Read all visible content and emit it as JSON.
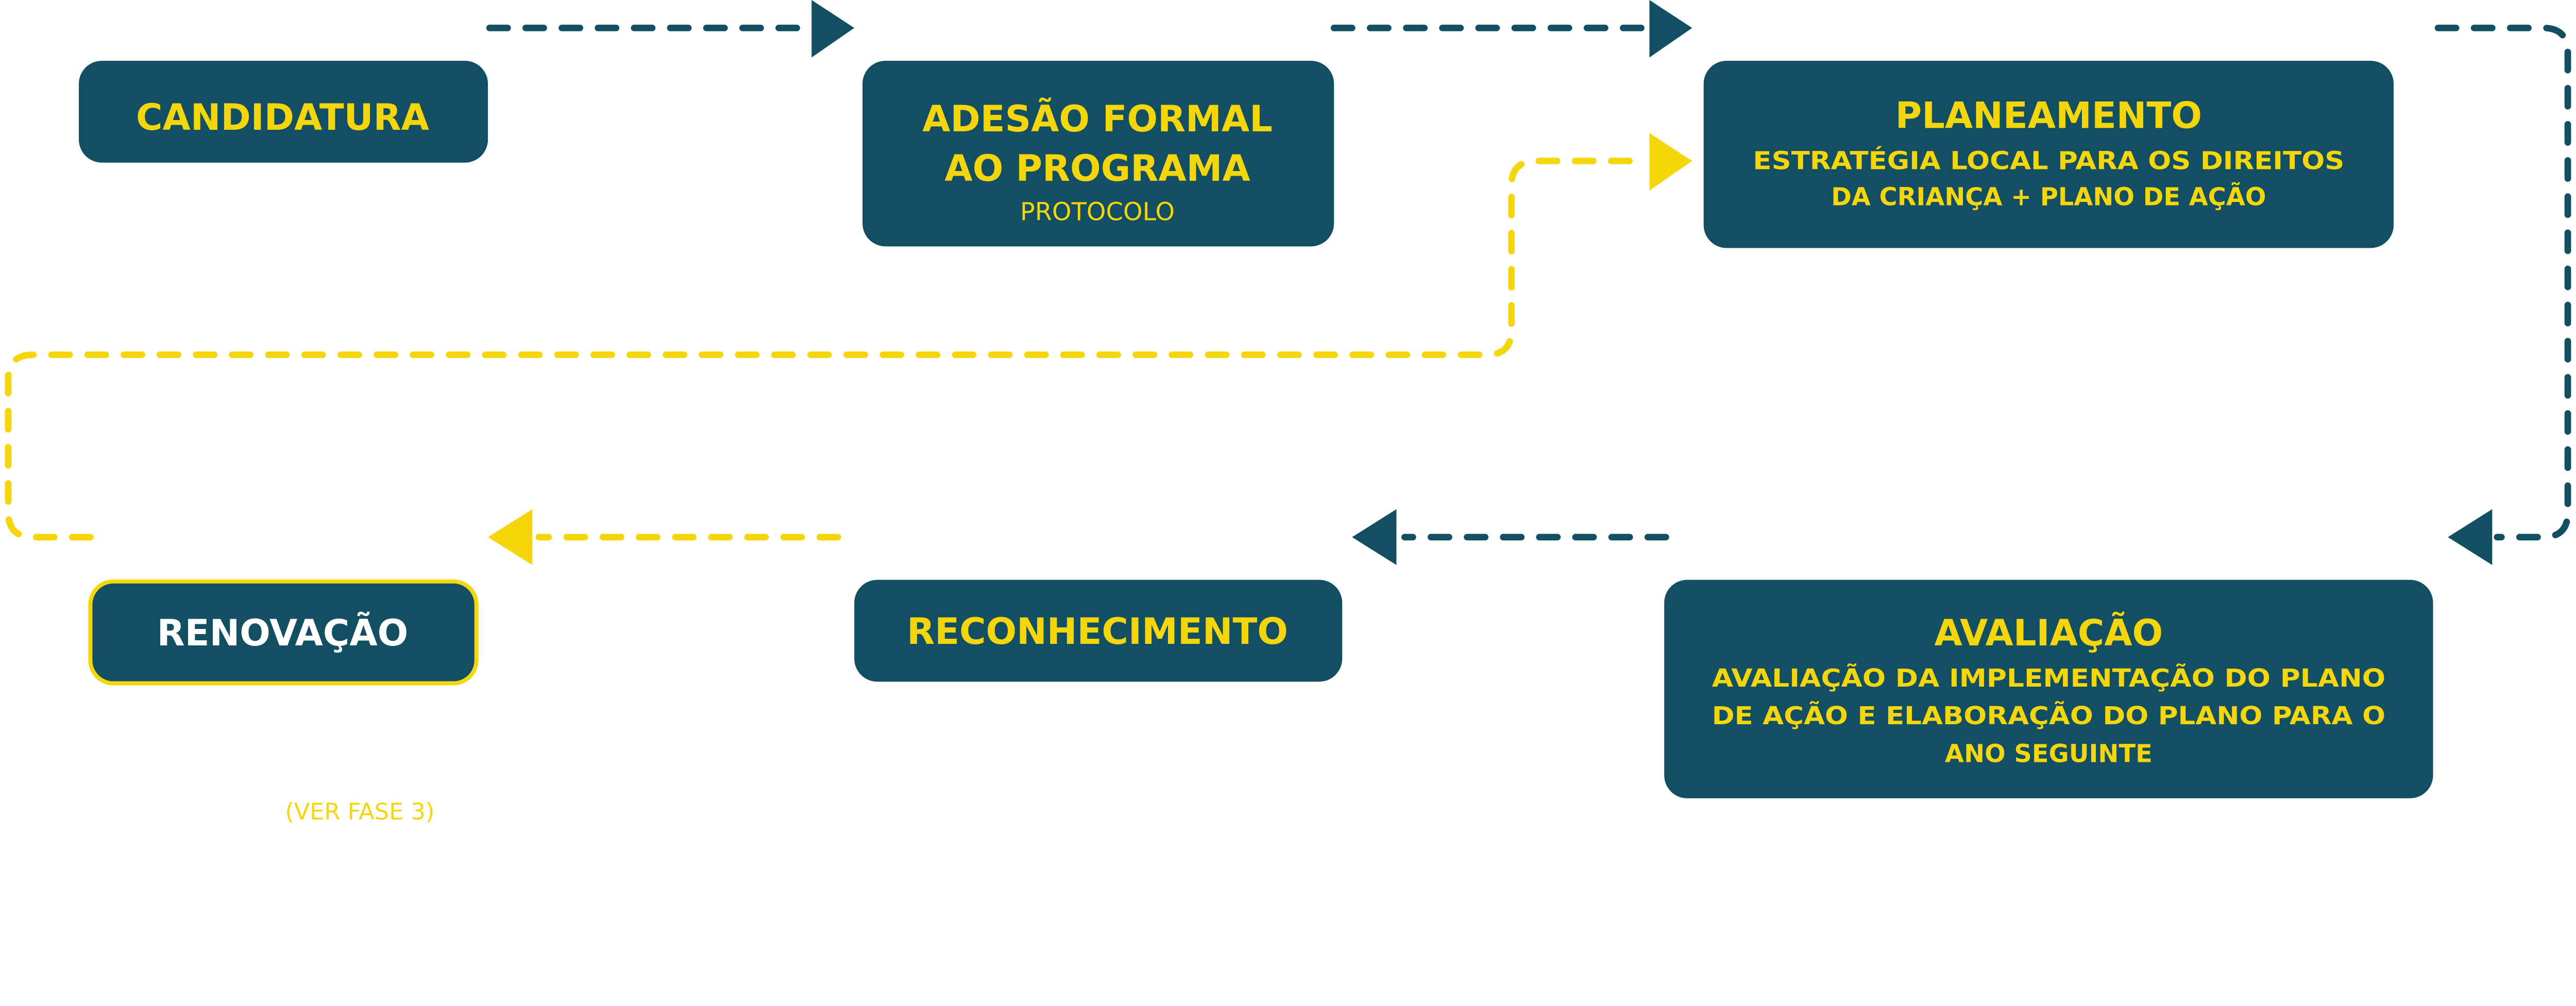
{
  "colors": {
    "teal": "#134f62",
    "yellow": "#f5d60a",
    "white": "#ffffff"
  },
  "steps": {
    "candidatura": {
      "title": "CANDIDATURA"
    },
    "adesao": {
      "title_line1": "ADESÃO FORMAL",
      "title_line2": "AO PROGRAMA",
      "subtitle": "PROTOCOLO"
    },
    "planeamento": {
      "title": "PLANEAMENTO",
      "sub_line1": "ESTRATÉGIA LOCAL PARA OS DIREITOS",
      "sub_line2": "DA CRIANÇA + PLANO DE AÇÃO"
    },
    "avaliacao": {
      "title": "AVALIAÇÃO",
      "sub_line1": "AVALIAÇÃO DA IMPLEMENTAÇÃO DO PLANO",
      "sub_line2": "DE AÇÃO E ELABORAÇÃO DO PLANO PARA O",
      "sub_line3": "ANO SEGUINTE"
    },
    "reconhecimento": {
      "title": "RECONHECIMENTO"
    },
    "renovacao": {
      "title": "RENOVAÇÃO",
      "note": "(VER FASE 3)"
    }
  }
}
